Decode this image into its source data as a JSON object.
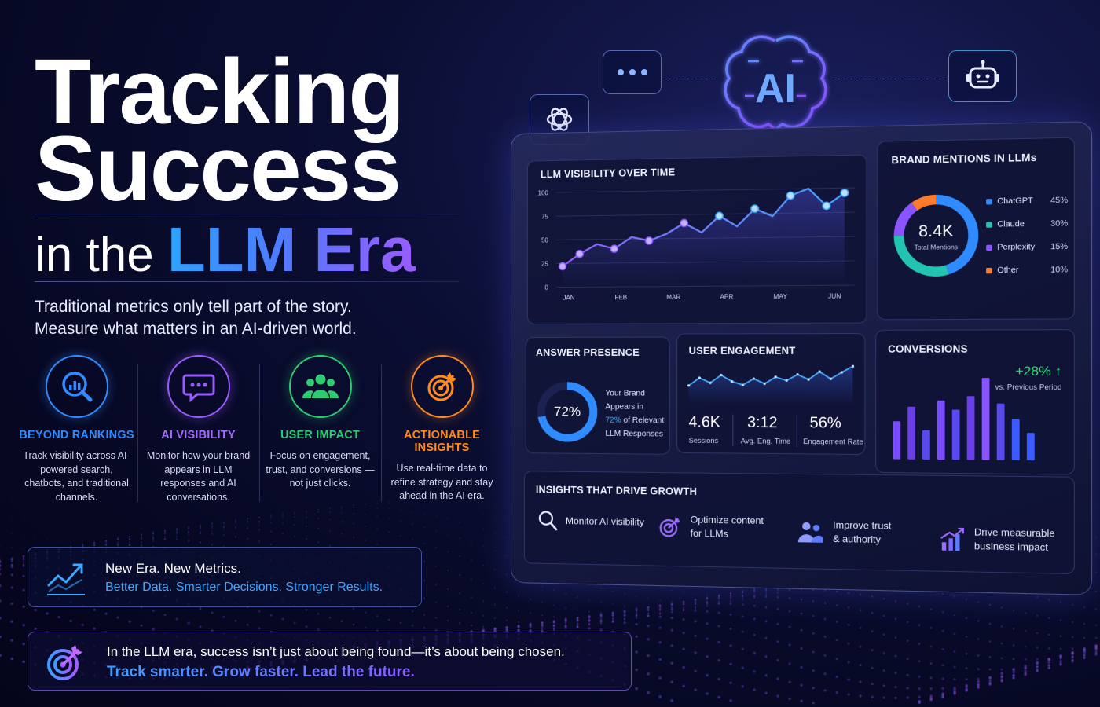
{
  "hero": {
    "title_line1": "Tracking",
    "title_line2": "Success",
    "title_prefix": "in the",
    "title_accent": "LLM Era",
    "subtitle_line1": "Traditional metrics only tell part of the story.",
    "subtitle_line2": "Measure what matters in an AI-driven world."
  },
  "features": [
    {
      "title": "BEYOND RANKINGS",
      "color": "#2f8bff",
      "icon": "search-chart-icon",
      "desc": "Track visibility across AI-powered search, chatbots, and traditional channels."
    },
    {
      "title": "AI VISIBILITY",
      "color": "#9b5cff",
      "icon": "chat-bubble-icon",
      "desc": "Monitor how your brand appears in LLM responses and AI conversations."
    },
    {
      "title": "USER IMPACT",
      "color": "#2ecc71",
      "icon": "users-icon",
      "desc": "Focus on engagement, trust, and conversions — not just clicks."
    },
    {
      "title": "ACTIONABLE INSIGHTS",
      "color": "#ff8a1f",
      "icon": "target-icon",
      "desc": "Use real-time data to refine strategy and stay ahead in the AI era."
    }
  ],
  "banner1": {
    "line1": "New Era. New Metrics.",
    "line2": "Better Data. Smarter Decisions. Stronger Results."
  },
  "banner2": {
    "line1": "In the LLM era, success isn’t just about being found—it’s about being chosen.",
    "line2": "Track smarter. Grow faster. Lead the future."
  },
  "ai_label": "AI",
  "dashboard": {
    "visibility": {
      "title": "LLM VISIBILITY OVER TIME"
    },
    "brand": {
      "title": "BRAND MENTIONS IN LLMs",
      "center_value": "8.4K",
      "center_label": "Total Mentions"
    },
    "answer": {
      "title": "ANSWER PRESENCE",
      "value": "72%",
      "desc1": "Your Brand",
      "desc2": "Appears in",
      "desc3_highlight": "72%",
      "desc3_rest": " of Relevant",
      "desc4": "LLM Responses"
    },
    "engagement": {
      "title": "USER ENGAGEMENT",
      "stats": [
        {
          "value": "4.6K",
          "label": "Sessions"
        },
        {
          "value": "3:12",
          "label": "Avg. Eng. Time"
        },
        {
          "value": "56%",
          "label": "Engagement Rate"
        }
      ]
    },
    "conversions": {
      "title": "CONVERSIONS",
      "change": "+28% ↑",
      "change_label": "vs. Previous Period"
    },
    "insights": {
      "title": "INSIGHTS THAT DRIVE GROWTH",
      "items": [
        {
          "icon": "search-icon",
          "line1": "Monitor AI visibility",
          "line2": ""
        },
        {
          "icon": "target-icon",
          "line1": "Optimize content",
          "line2": "for LLMs"
        },
        {
          "icon": "users-icon",
          "line1": "Improve trust",
          "line2": "& authority"
        },
        {
          "icon": "growth-chart-icon",
          "line1": "Drive measurable",
          "line2": "business impact"
        }
      ]
    }
  },
  "chart_data": [
    {
      "type": "line",
      "title": "LLM VISIBILITY OVER TIME",
      "x_tick_labels": [
        "JAN",
        "FEB",
        "MAR",
        "APR",
        "MAY",
        "JUN"
      ],
      "y_tick_labels": [
        "100",
        "75",
        "50",
        "25",
        "0"
      ],
      "ylim": [
        0,
        100
      ],
      "values": [
        22,
        35,
        45,
        40,
        52,
        48,
        55,
        66,
        56,
        73,
        62,
        80,
        72,
        93,
        100,
        82,
        95
      ],
      "grid": true,
      "color": "#3da8ff"
    },
    {
      "type": "pie",
      "title": "BRAND MENTIONS IN LLMs",
      "categories": [
        "ChatGPT",
        "Claude",
        "Perplexity",
        "Other"
      ],
      "values": [
        45,
        30,
        15,
        10
      ],
      "labels": [
        "45%",
        "30%",
        "15%",
        "10%"
      ],
      "colors": [
        "#2f8bff",
        "#22c3b0",
        "#8a55ff",
        "#ff7a29"
      ]
    },
    {
      "type": "pie",
      "title": "ANSWER PRESENCE",
      "values": [
        72,
        28
      ],
      "colors": [
        "#2f8bff",
        "#1b2150"
      ]
    },
    {
      "type": "line",
      "title": "USER ENGAGEMENT",
      "values": [
        40,
        62,
        48,
        70,
        52,
        42,
        60,
        46,
        65,
        55,
        72,
        58,
        80,
        60,
        78,
        95
      ],
      "color": "#3da8ff"
    },
    {
      "type": "bar",
      "title": "CONVERSIONS",
      "values": [
        42,
        58,
        32,
        65,
        55,
        70,
        90,
        62,
        45,
        30
      ],
      "colors": [
        "#7a4bff",
        "#6a3fe8",
        "#5b49f0",
        "#7a4bff",
        "#5b49f0",
        "#6a3fe8",
        "#8a55ff",
        "#5b49f0",
        "#3a5cff",
        "#3a5cff"
      ]
    }
  ]
}
